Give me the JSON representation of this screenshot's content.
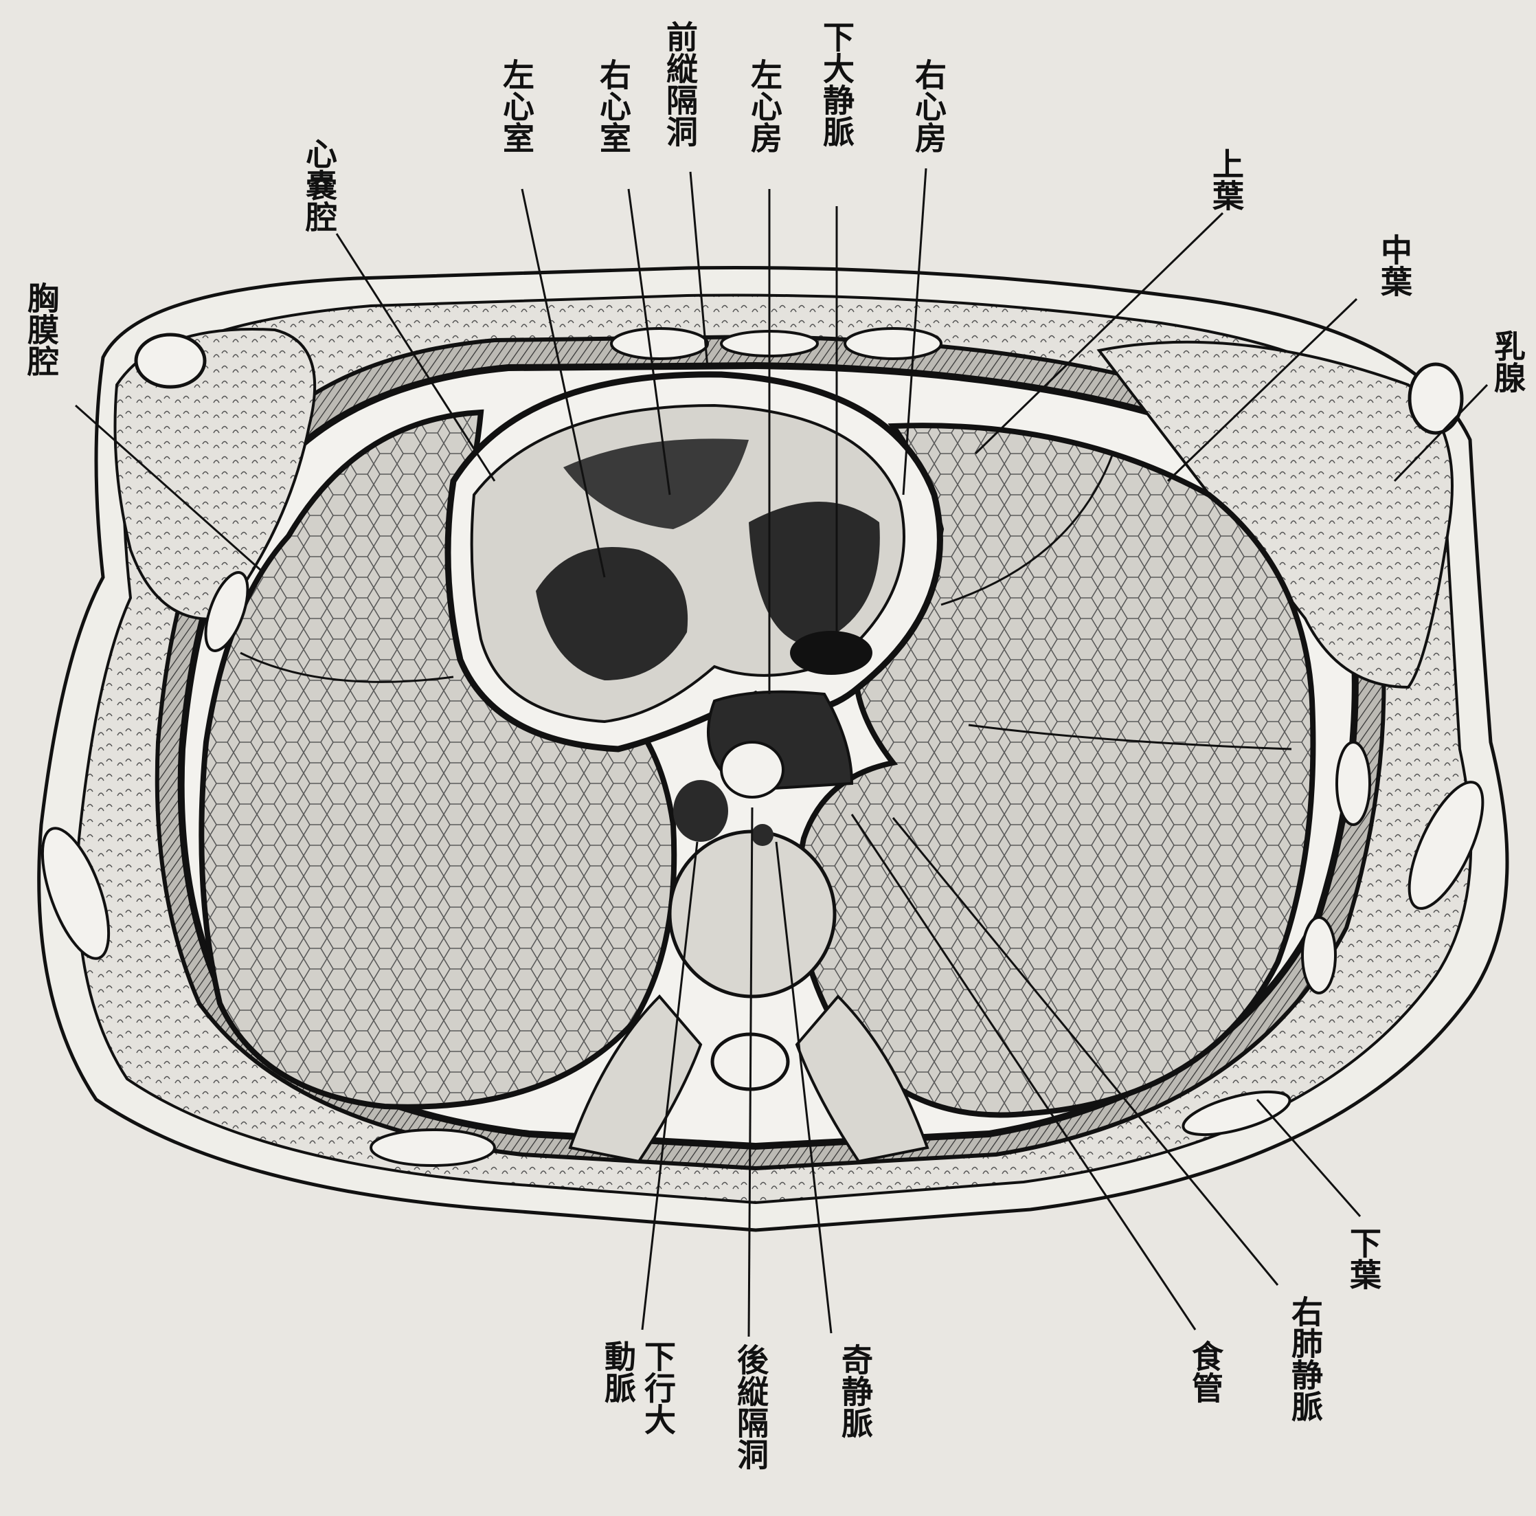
{
  "labels": {
    "heart_sac_cavity": "心嚢腔",
    "left_ventricle": "左心室",
    "right_ventricle": "右心室",
    "anterior_mediastinum": "前縦隔洞",
    "left_atrium": "左心房",
    "inferior_vena_cava": "下大静脈",
    "right_atrium": "右心房",
    "upper_lobe": "上葉",
    "middle_lobe": "中葉",
    "mammary_gland": "乳腺",
    "pleural_cavity": "胸膜腔",
    "lower_lobe": "下葉",
    "right_pulmonary_vein": "右肺静脈",
    "esophagus": "食管",
    "azygos_vein": "奇静脈",
    "posterior_mediastinum": "後縦隔洞",
    "descending_aorta_col1": "下行大",
    "descending_aorta_col2": "動脈"
  },
  "colors": {
    "paper": "#e9e7e2",
    "ink": "#111111",
    "lung_tissue": "#cfcdc7",
    "dark_tissue": "#2a2a2a"
  }
}
